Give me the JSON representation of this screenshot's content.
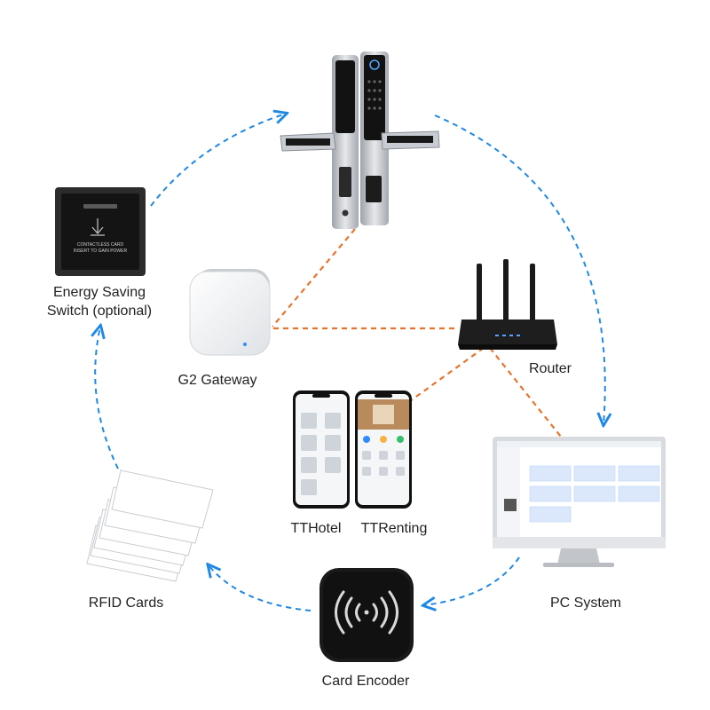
{
  "colors": {
    "blue_arrow": "#1e88e5",
    "orange_link": "#e8742a",
    "device_dark": "#1a1a1a",
    "device_silver": "#c9ccd1",
    "label_text": "#222222"
  },
  "nodes": {
    "door_lock": {
      "icon": "smart-door-lock"
    },
    "energy_switch": {
      "label_line1": "Energy Saving",
      "label_line2": "Switch (optional)",
      "panel_text_line1": "CONTACTLESS CARD",
      "panel_text_line2": "INSERT TO GAIN POWER"
    },
    "gateway": {
      "label": "G2 Gateway"
    },
    "router": {
      "label": "Router"
    },
    "apps": {
      "label_left": "TTHotel",
      "label_right": "TTRenting"
    },
    "pc": {
      "label": "PC System"
    },
    "encoder": {
      "label": "Card Encoder"
    },
    "cards": {
      "label": "RFID Cards"
    }
  }
}
